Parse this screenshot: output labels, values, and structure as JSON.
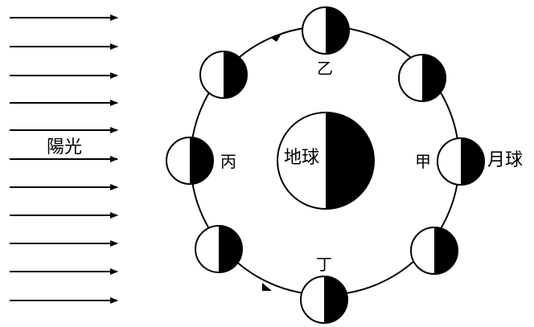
{
  "labels": {
    "sunlight": "陽光",
    "earth": "地球",
    "moon": "月球",
    "pos_jia": "甲",
    "pos_yi": "乙",
    "pos_bing": "丙",
    "pos_ding": "丁"
  },
  "colors": {
    "stroke": "#000000",
    "fill_dark": "#000000",
    "fill_light": "#ffffff"
  },
  "icons": {
    "sunlight_arrow": "arrow-right-icon",
    "moon_phase": "half-lit-moon-icon",
    "orbit_direction": "arrowhead-icon"
  }
}
